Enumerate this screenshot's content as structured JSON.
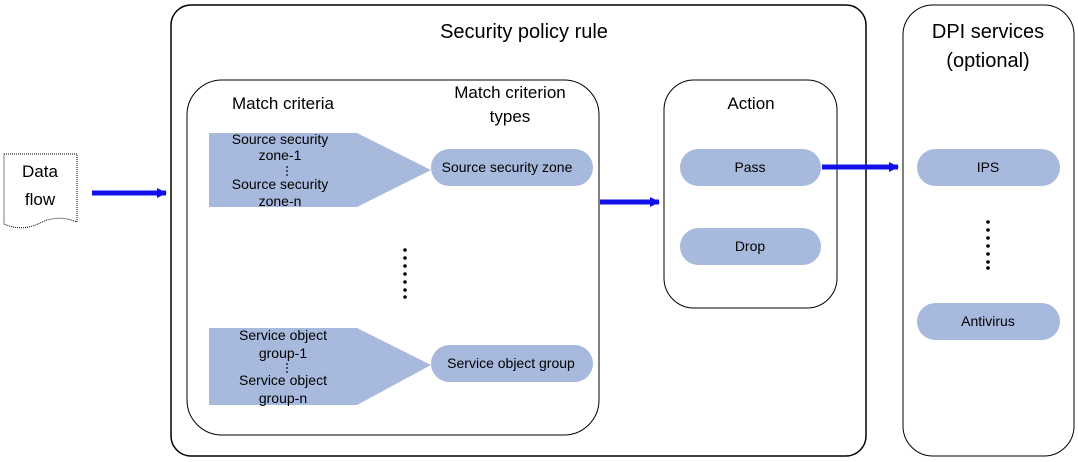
{
  "data_flow": {
    "line1": "Data",
    "line2": "flow"
  },
  "rule": {
    "title": "Security policy rule"
  },
  "match": {
    "criteria_label": "Match criteria",
    "types_label_line1": "Match criterion",
    "types_label_line2": "types",
    "zone_criteria": {
      "line1": "Source security",
      "line2": "zone-1",
      "line3": "Source security",
      "line4": "zone-n"
    },
    "zone_type": "Source security zone",
    "service_criteria": {
      "line1": "Service object",
      "line2": "group-1",
      "line3": "Service object",
      "line4": "group-n"
    },
    "service_type": "Service object group"
  },
  "action": {
    "title": "Action",
    "pass": "Pass",
    "drop": "Drop"
  },
  "dpi": {
    "title_line1": "DPI services",
    "title_line2": "(optional)",
    "ips": "IPS",
    "antivirus": "Antivirus"
  },
  "colors": {
    "pill": "#a7b9dc",
    "arrow": "#1010e8",
    "border": "#000000"
  }
}
